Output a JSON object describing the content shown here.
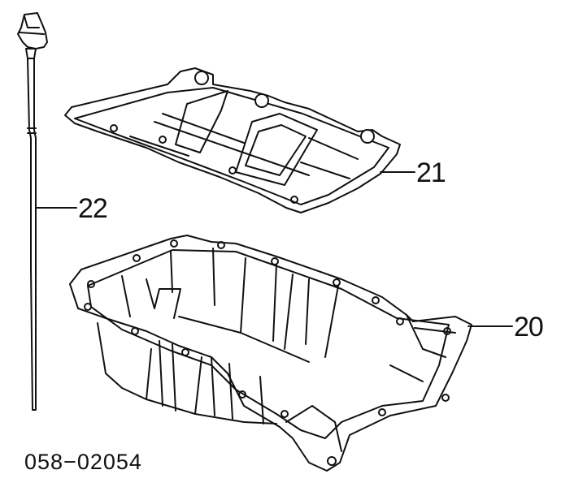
{
  "diagram": {
    "callouts": {
      "dipstick": "22",
      "baffle_plate": "21",
      "oil_pan": "20"
    },
    "diagram_code": "058−02054"
  },
  "colors": {
    "line": "#111111",
    "background": "#ffffff"
  }
}
